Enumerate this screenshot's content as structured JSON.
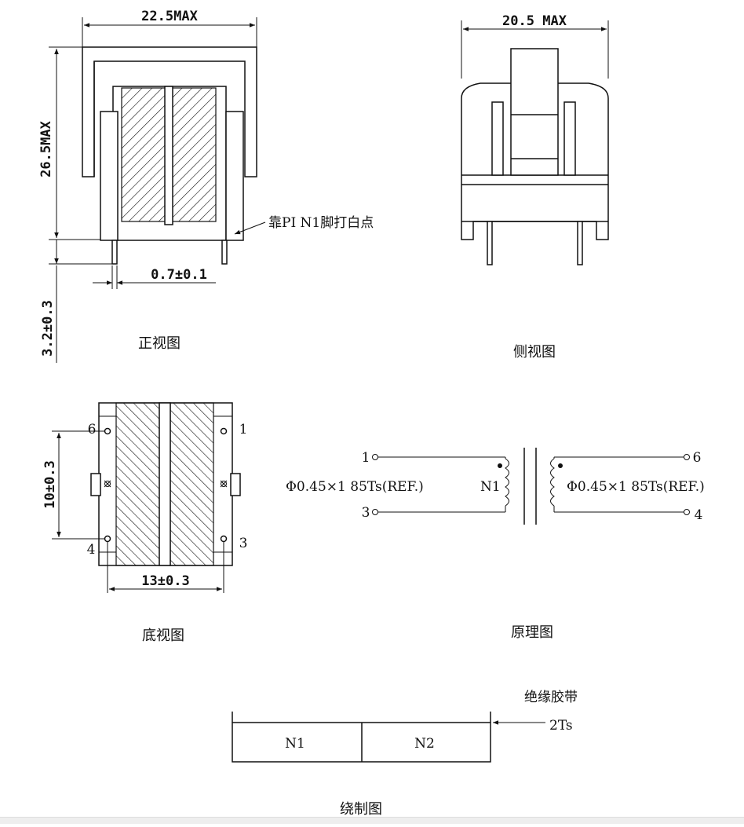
{
  "dimensions": {
    "front_width": "22.5MAX",
    "front_height": "26.5MAX",
    "pin_diameter": "0.7±0.1",
    "pin_length": "3.2±0.3",
    "side_width": "20.5 MAX",
    "bottom_pin_pitch_y": "10±0.3",
    "bottom_pin_pitch_x": "13±0.3"
  },
  "annotations": {
    "pin1_mark": "靠PI N1脚打白点",
    "insulation_tape": "绝缘胶带",
    "tape_turns": "2Ts"
  },
  "captions": {
    "front_view": "正视图",
    "side_view": "侧视图",
    "bottom_view": "底视图",
    "schematic": "原理图",
    "winding": "绕制图"
  },
  "bottom_pins": {
    "p6": "6",
    "p1": "1",
    "p4": "4",
    "p3": "3"
  },
  "schematic": {
    "pin1": "1",
    "pin3": "3",
    "pin6": "6",
    "pin4": "4",
    "left_spec": "Φ0.45×1  85Ts(REF.)",
    "right_spec": "Φ0.45×1  85Ts(REF.)",
    "coil_label": "N1"
  },
  "winding": {
    "sections": [
      "N1",
      "N2"
    ]
  }
}
